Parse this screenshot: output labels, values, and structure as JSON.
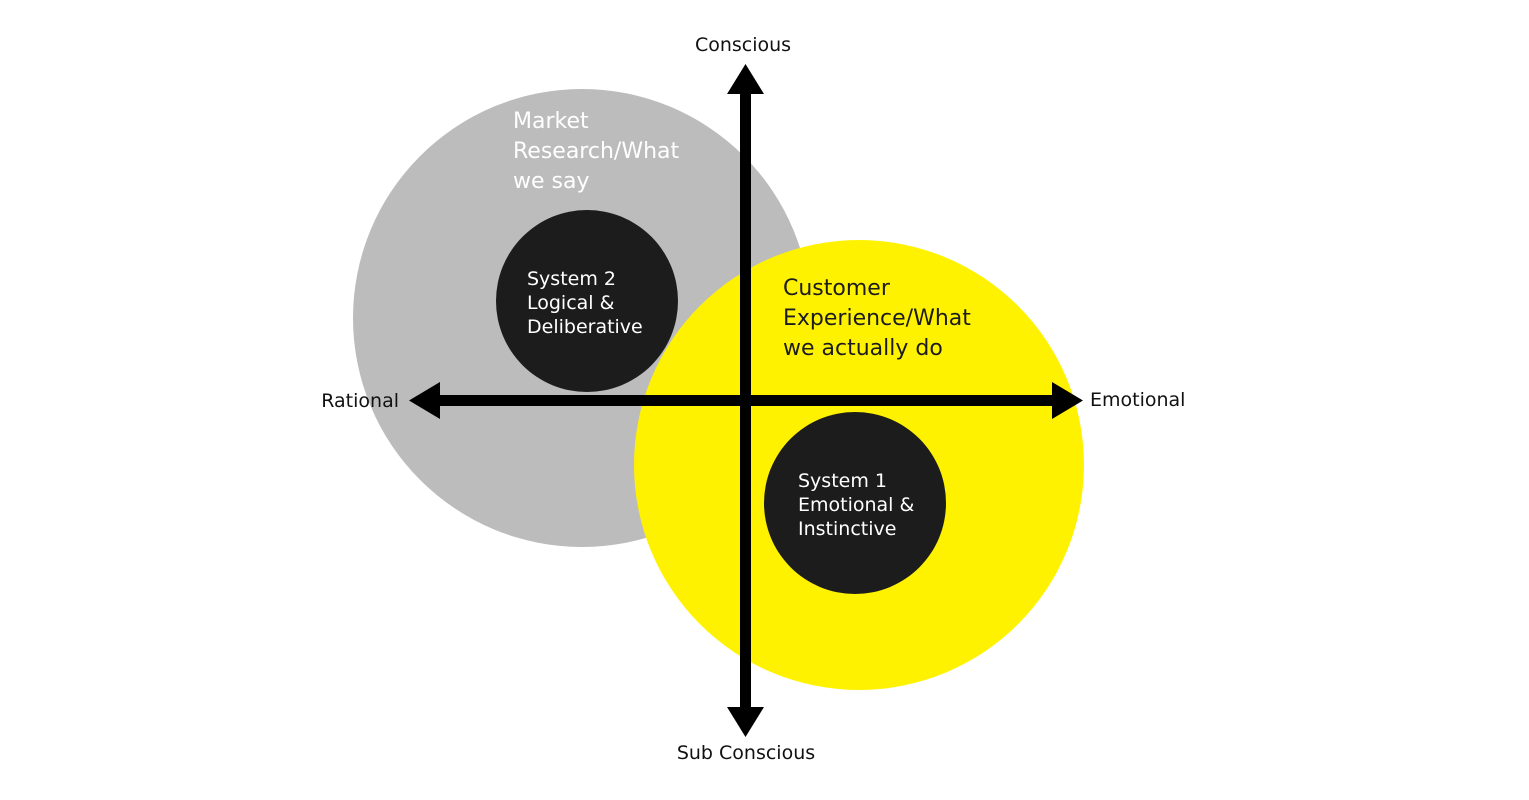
{
  "axes": {
    "top": "Conscious",
    "bottom": "Sub Conscious",
    "left": "Rational",
    "right": "Emotional"
  },
  "market_research": {
    "label_lines": [
      "Market",
      "Research/What",
      "we say"
    ],
    "color": "#bcbcbc",
    "text_color": "#ffffff"
  },
  "customer_experience": {
    "label_lines": [
      "Customer",
      "Experience/What",
      "we actually do"
    ],
    "color": "#fff200",
    "text_color": "#1c1c1c"
  },
  "system_2": {
    "label_lines": [
      "System 2",
      "Logical &",
      "Deliberative"
    ],
    "color": "#1c1c1c"
  },
  "system_1": {
    "label_lines": [
      "System 1",
      "Emotional &",
      "Instinctive"
    ],
    "color": "#1c1c1c"
  },
  "axis_color": "#000000"
}
